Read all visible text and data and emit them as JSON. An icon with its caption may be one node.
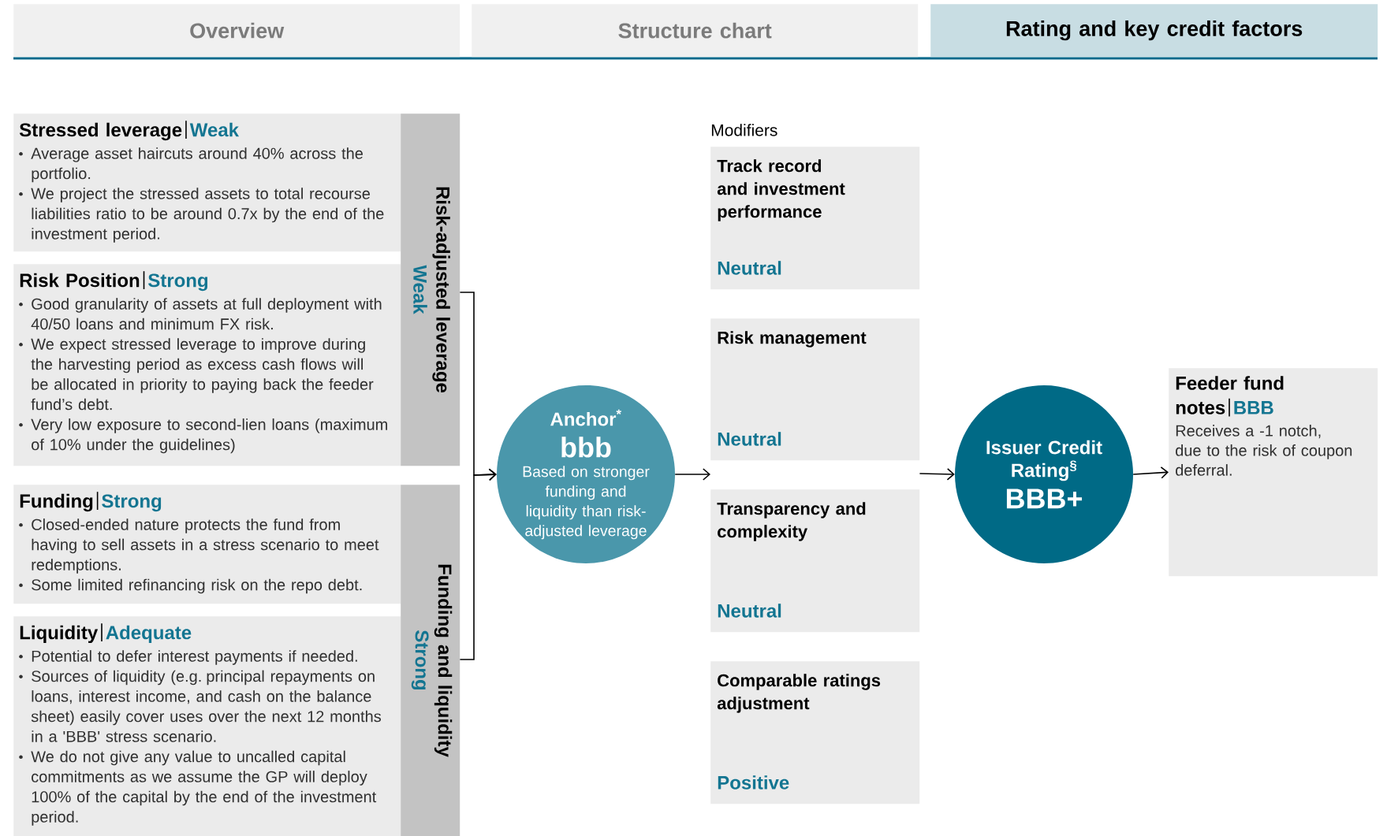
{
  "diagram": {
    "nodes": [
      {
        "text": [
          "Overview"
        ]
      },
      {
        "text": [
          "Structure chart"
        ]
      },
      {
        "text": [
          "Rating and key credit factors"
        ]
      },
      {
        "text": [
          "Stressed leverage",
          "Weak",
          "Average asset haircuts around 40% across the portfolio.",
          "We project the stressed assets to total recourse liabilities ratio to be around 0.7x by the end of the investment period."
        ]
      },
      {
        "text": [
          "Risk Position",
          "Strong",
          "Good granularity of assets at full deployment with 40/50 loans and minimum FX risk.",
          "We expect stressed leverage to improve during the harvesting period as excess cash flows will be allocated in priority to paying back the feeder fund’s debt.",
          "Very low exposure to second-lien loans (maximum of 10% under the guidelines)"
        ]
      },
      {
        "text": [
          "Risk-adjusted leverage",
          "Weak"
        ]
      },
      {
        "text": [
          "Funding",
          "Strong",
          "Closed-ended nature protects the fund from having to sell assets in a stress scenario to meet redemptions.",
          "Some limited refinancing risk on the repo debt."
        ]
      },
      {
        "text": [
          "Liquidity",
          "Adequate",
          "Potential to defer interest payments if needed.",
          "Sources of liquidity (e.g. principal repayments on loans, interest income, and cash on the balance sheet) easily cover uses over the next 12 months in a 'BBB' stress scenario.",
          "We do not give any value to uncalled capital commitments as we assume the GP will deploy 100% of the capital by the end of the investment period."
        ]
      },
      {
        "text": [
          "Funding and liquidity",
          "Strong"
        ]
      },
      {
        "text": [
          "Anchor$^{*}$",
          "bbb",
          "Based on stronger funding and liquidity than risk-adjusted leverage"
        ]
      },
      {
        "text": [
          "Track record and investment performance",
          "Neutral"
        ]
      },
      {
        "text": [
          "Risk management",
          "Neutral"
        ]
      },
      {
        "text": [
          "Transparency and complexity",
          "Neutral"
        ]
      },
      {
        "text": [
          "Comparable ratings adjustment",
          "Positive"
        ]
      },
      {
        "text": [
          "Issuer Credit Rating$^{§}$",
          "BBB+"
        ]
      },
      {
        "text": [
          "Feeder fund notes",
          "BBB",
          "Receives a -1 notch, due to the risk of coupon deferral."
        ]
      }
    ],
    "edges": [
      {
        "from": 5,
        "to": 9,
        "arrow": "to"
      },
      {
        "from": 8,
        "to": 9,
        "arrow": "to"
      },
      {
        "from": 9,
        "to": 11,
        "arrow": "to"
      },
      {
        "from": 11,
        "to": 14,
        "arrow": "to"
      },
      {
        "from": 14,
        "to": 15,
        "arrow": "to"
      }
    ],
    "labels": [
      "Modifiers"
    ]
  }
}
